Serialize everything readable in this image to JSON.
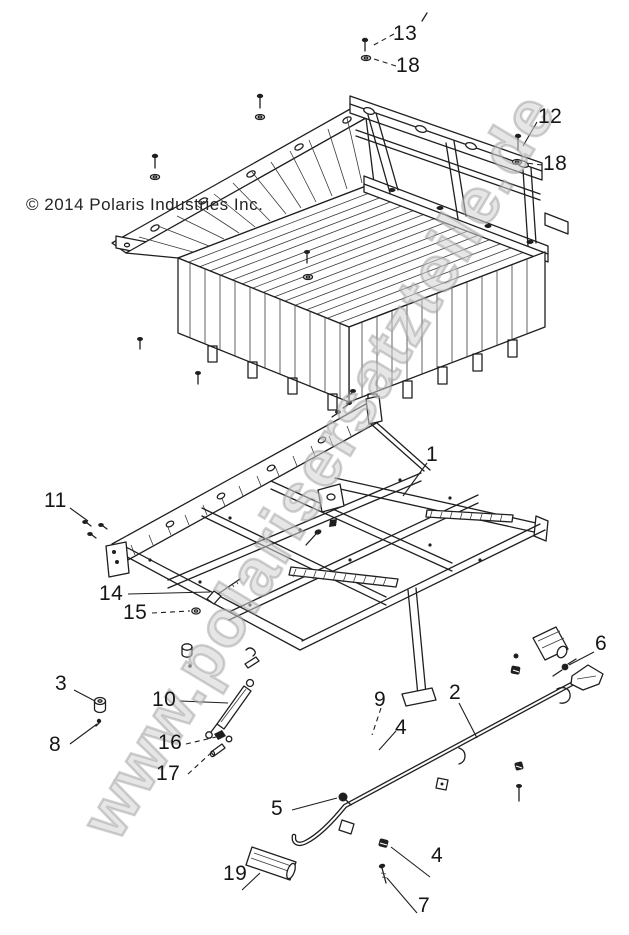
{
  "page": {
    "background": "#ffffff",
    "line_color": "#1f1f1f",
    "watermark_color": "#c9c9c9"
  },
  "copyright": "© 2014 Polaris Industries Inc.",
  "watermark": {
    "text": "www.polarisersatzteile.de"
  },
  "callouts": [
    {
      "label": "13"
    },
    {
      "label": "18"
    },
    {
      "label": "12"
    },
    {
      "label": "18"
    },
    {
      "label": "1"
    },
    {
      "label": "11"
    },
    {
      "label": "14"
    },
    {
      "label": "15"
    },
    {
      "label": "6"
    },
    {
      "label": "3"
    },
    {
      "label": "10"
    },
    {
      "label": "8"
    },
    {
      "label": "16"
    },
    {
      "label": "17"
    },
    {
      "label": "9"
    },
    {
      "label": "4"
    },
    {
      "label": "2"
    },
    {
      "label": "5"
    },
    {
      "label": "19"
    },
    {
      "label": "4"
    },
    {
      "label": "7"
    }
  ]
}
